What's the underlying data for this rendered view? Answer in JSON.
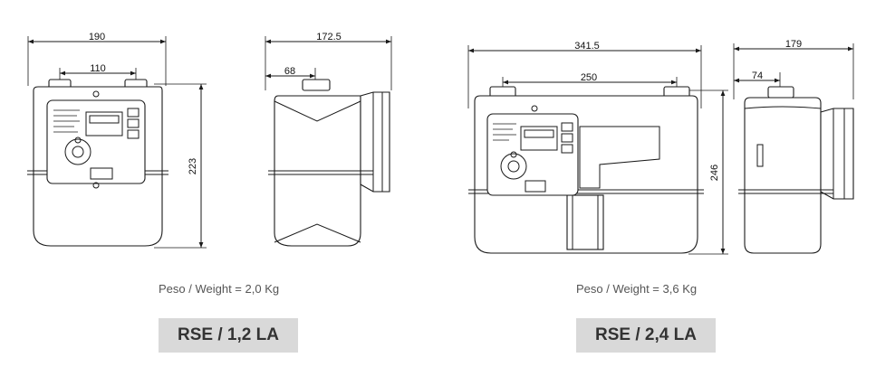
{
  "models": [
    {
      "name": "RSE / 1,2 LA",
      "weight_label": "Peso / Weight = 2,0 Kg",
      "front_view": {
        "overall_width": "190",
        "connection_spacing": "110",
        "height": "223"
      },
      "side_view": {
        "overall_depth": "172.5",
        "connection_offset": "68"
      }
    },
    {
      "name": "RSE / 2,4 LA",
      "weight_label": "Peso / Weight = 3,6 Kg",
      "front_view": {
        "overall_width": "341.5",
        "connection_spacing": "250",
        "height": "246"
      },
      "side_view": {
        "overall_depth": "179",
        "connection_offset": "74"
      }
    }
  ]
}
